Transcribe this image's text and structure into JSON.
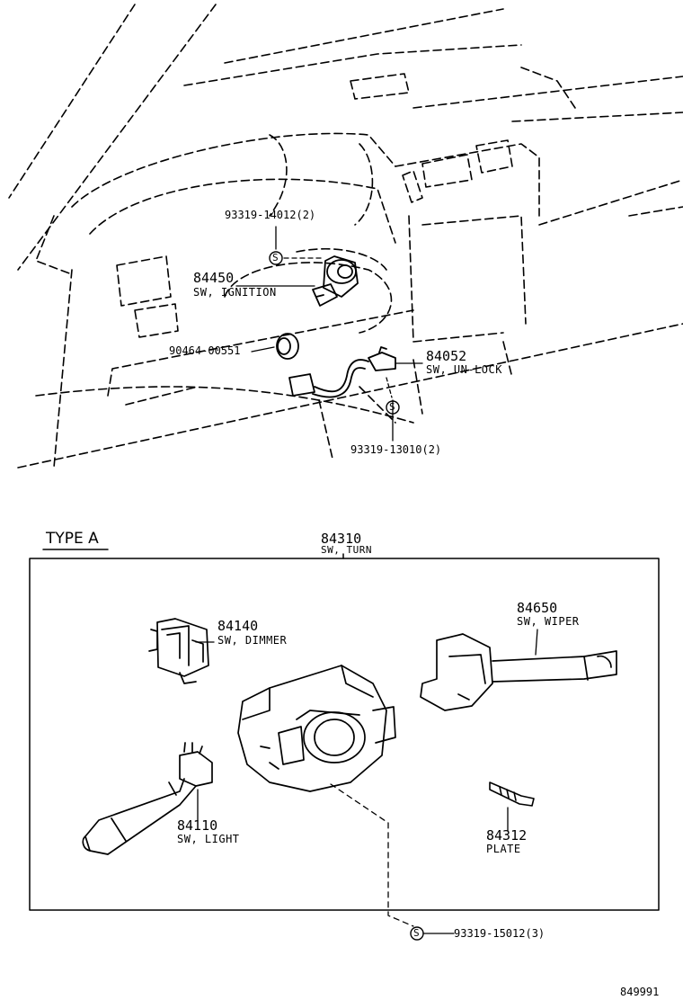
{
  "upper": {
    "callouts": [
      {
        "key": "bolt_top",
        "part_no": "93319-14012(2)"
      },
      {
        "key": "ignition",
        "part_no": "84450",
        "name": "SW, IGNITION"
      },
      {
        "key": "grommet",
        "part_no": "90464-00551"
      },
      {
        "key": "unlock",
        "part_no": "84052",
        "name": "SW, UN-LOCK"
      },
      {
        "key": "bolt_bottom",
        "part_no": "93319-13010(2)"
      }
    ],
    "s_mark": "S"
  },
  "lower": {
    "type_label": "TYPE A",
    "turn": {
      "part_no": "84310",
      "name": "SW, TURN"
    },
    "callouts": [
      {
        "key": "dimmer",
        "part_no": "84140",
        "name": "SW, DIMMER"
      },
      {
        "key": "wiper",
        "part_no": "84650",
        "name": "SW, WIPER"
      },
      {
        "key": "light",
        "part_no": "84110",
        "name": "SW, LIGHT"
      },
      {
        "key": "plate",
        "part_no": "84312",
        "name": "PLATE"
      },
      {
        "key": "bolt",
        "part_no": "93319-15012(3)"
      }
    ],
    "s_mark": "S"
  },
  "footer": {
    "diagram_id": "849991"
  }
}
